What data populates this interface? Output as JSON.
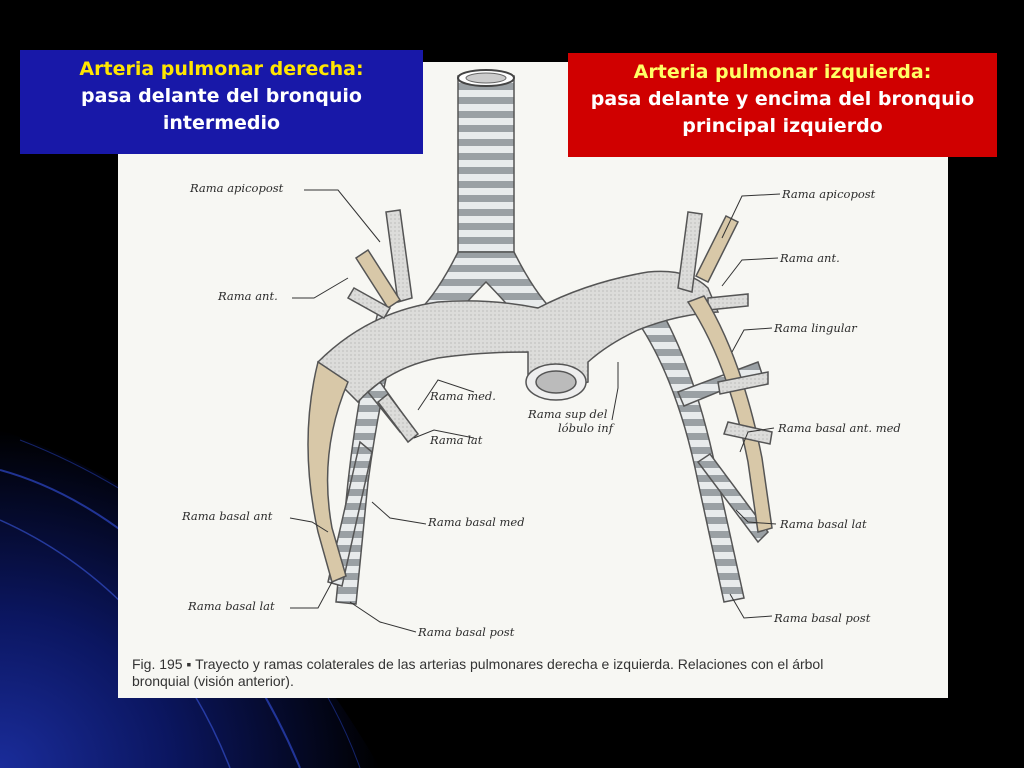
{
  "callouts": {
    "left": {
      "heading": "Arteria pulmonar derecha:",
      "body": "pasa delante del bronquio intermedio",
      "color": "#1818a8"
    },
    "right": {
      "heading": "Arteria pulmonar izquierda:",
      "body": "pasa delante y encima del bronquio principal izquierdo",
      "color": "#d00000"
    }
  },
  "figure": {
    "labels": {
      "right_apicopost": "Rama apicopost",
      "right_ant": "Rama ant.",
      "right_med": "Rama med.",
      "right_lat": "Rama lat",
      "right_basal_ant": "Rama basal ant",
      "right_basal_med": "Rama basal med",
      "right_basal_lat": "Rama basal lat",
      "right_basal_post": "Rama basal post",
      "left_apicopost": "Rama apicopost",
      "left_ant": "Rama ant.",
      "left_lingular": "Rama lingular",
      "left_sup_lobulo_line1": "Rama sup del",
      "left_sup_lobulo_line2": "lóbulo inf",
      "left_basal_ant_med": "Rama basal ant. med",
      "left_basal_lat": "Rama basal lat",
      "left_basal_post": "Rama basal post"
    },
    "caption_line1": "Fig. 195 ▪ Trayecto y ramas colaterales de las arterias pulmonares derecha e izquierda. Relaciones con el árbol",
    "caption_line2": "bronquial (visión anterior)."
  }
}
